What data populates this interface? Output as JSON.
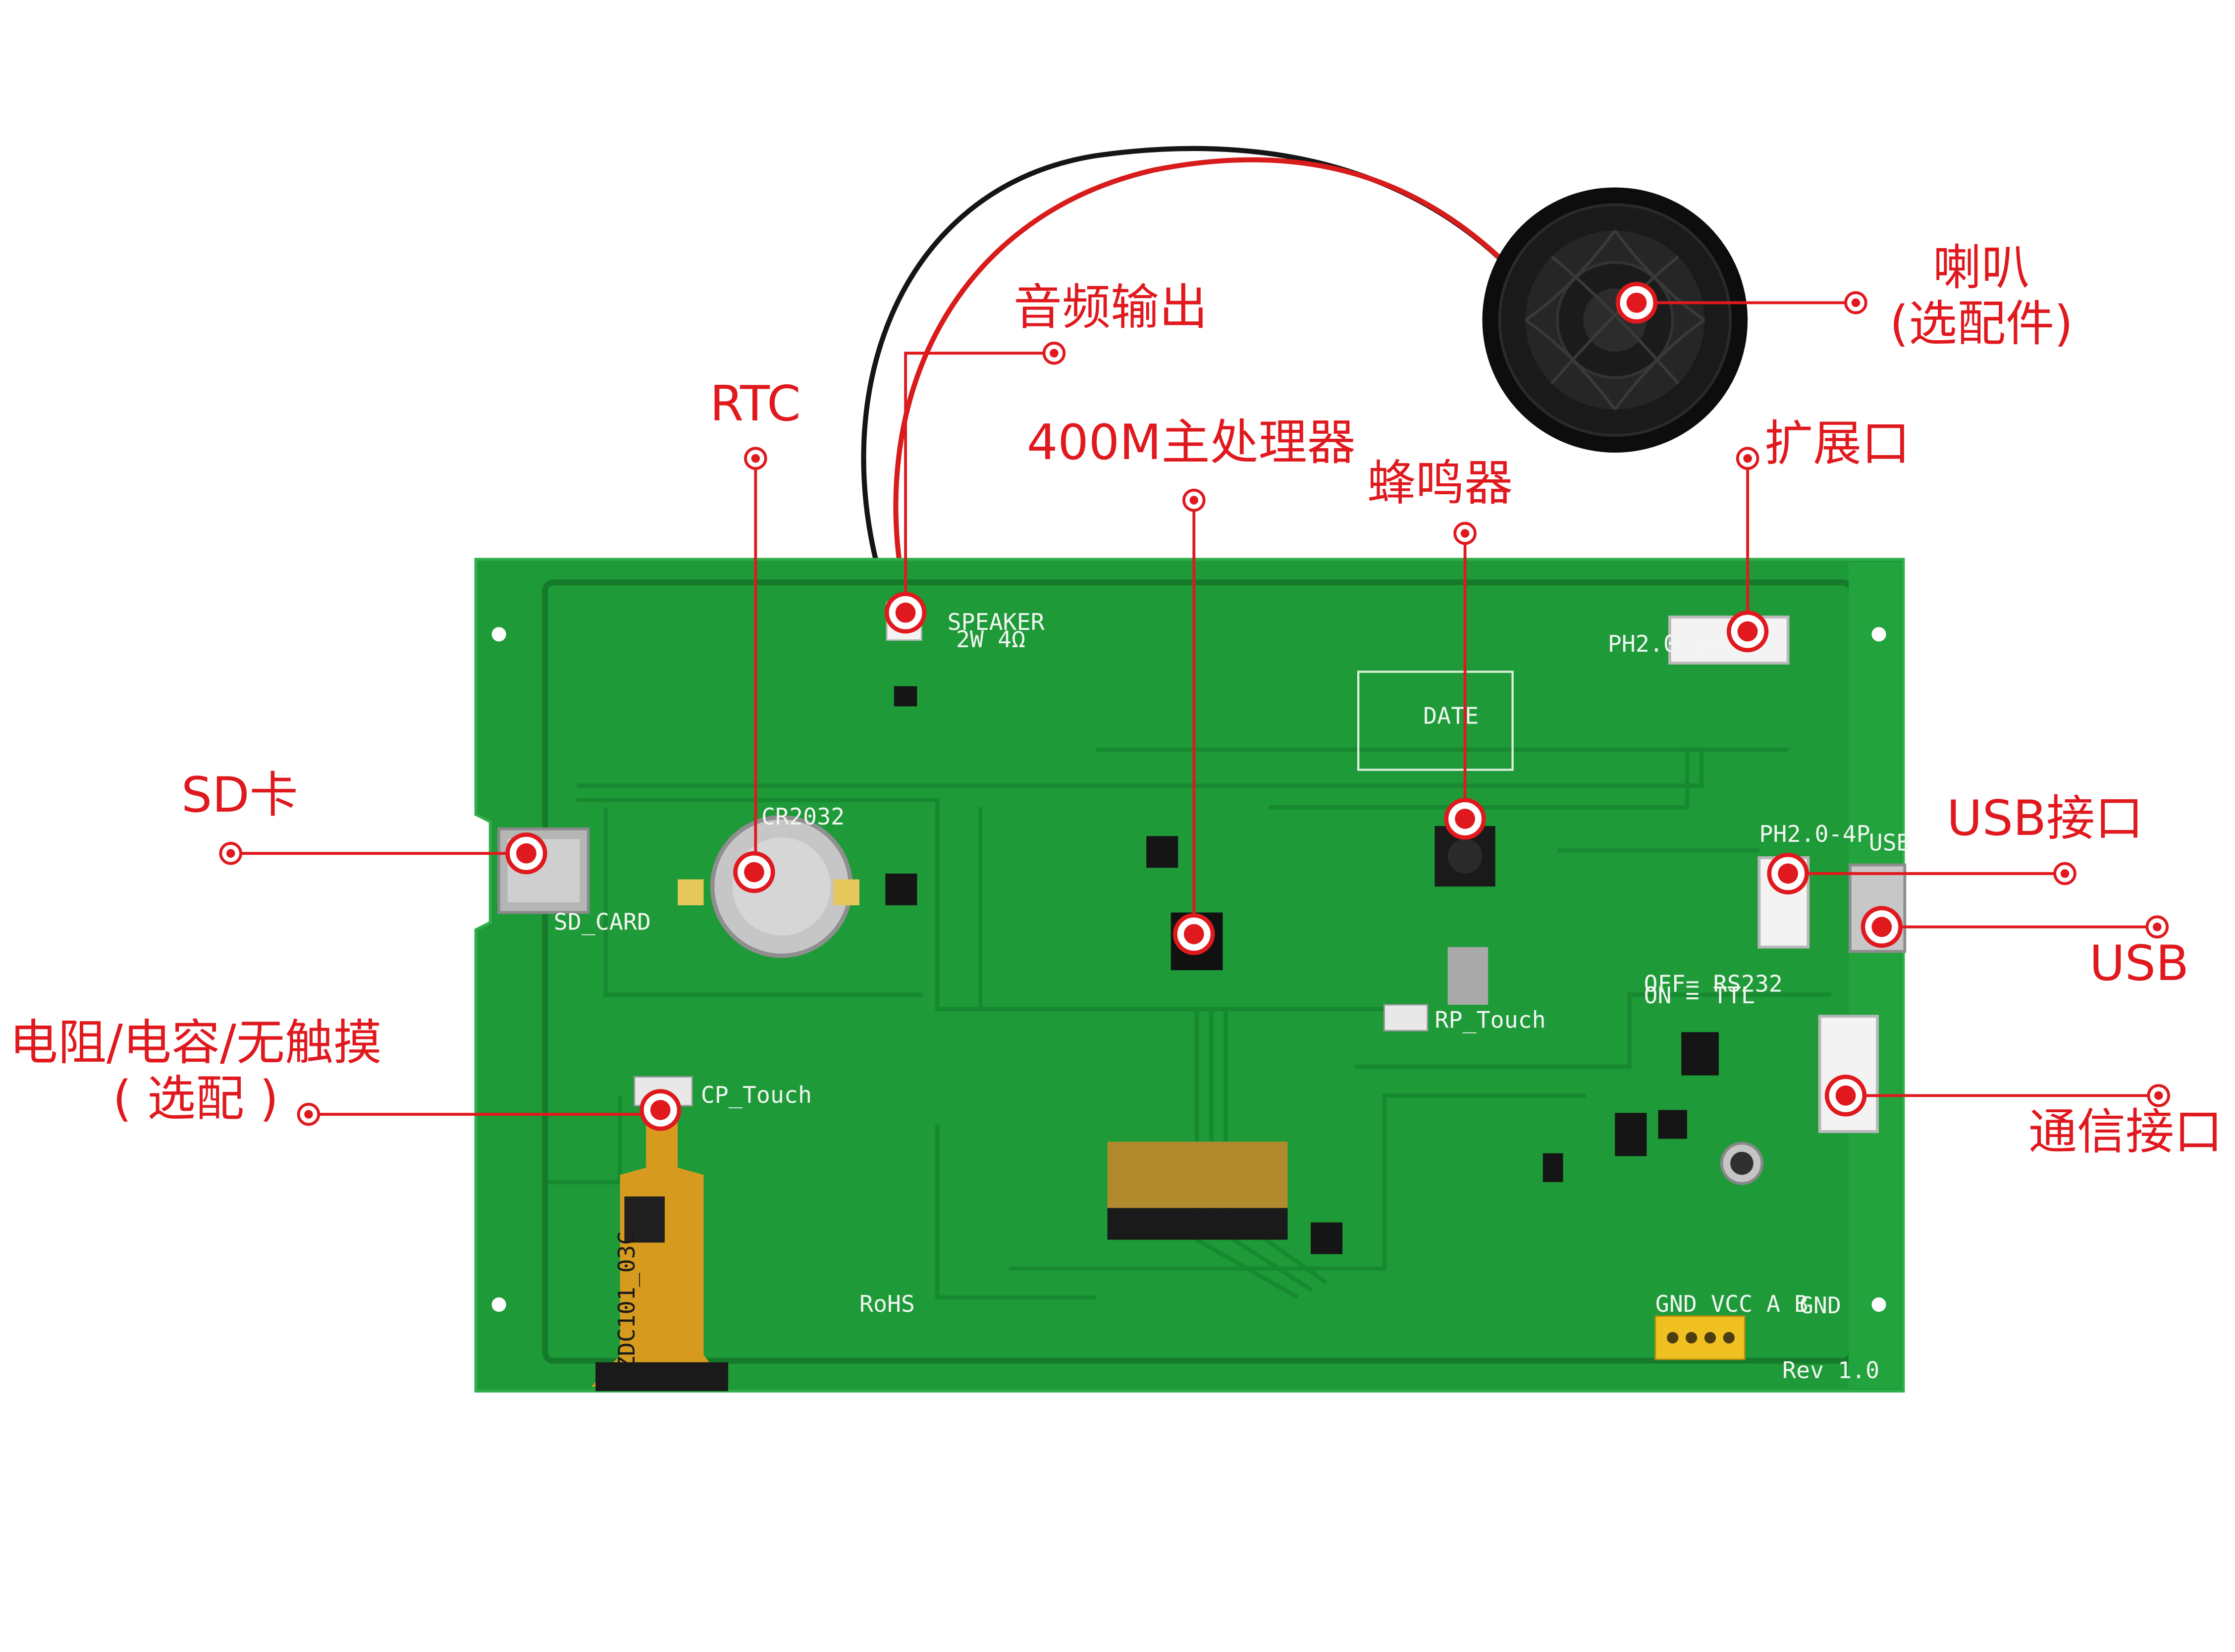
{
  "callouts": {
    "audio_out": "音频输出",
    "rtc": "RTC",
    "cpu": "400M主处理器",
    "buzzer": "蜂鸣器",
    "speaker_line1": "喇叭",
    "speaker_line2": "(选配件)",
    "expansion": "扩展口",
    "sd_card": "SD卡",
    "usb_port": "USB接口",
    "usb": "USB",
    "touch_line1": "电阻/电容/无触摸",
    "touch_line2": "( 选配 )",
    "comm_port": "通信接口"
  },
  "board_silkscreen": {
    "speaker": "SPEAKER",
    "speaker_spec": "2W 4Ω",
    "battery": "CR2032",
    "sd": "SD_CARD",
    "cp_touch": "CP_Touch",
    "rp_touch": "RP_Touch",
    "ph10": "PH2.0-10P",
    "ph4": "PH2.0-4P",
    "usb": "USB",
    "rs_line1": "OFF= RS232",
    "rs_line2": "ON = TTL",
    "terminal": "GND VCC A  B",
    "gnd": "GND",
    "date": "DATE",
    "rohs": "RoHS",
    "rev": "Rev 1.0",
    "fpc_text": "GZDC101_03C"
  },
  "colors": {
    "accent": "#e0191e",
    "pcb": "#1e9a38",
    "pcb_edge": "#3aa84a"
  }
}
